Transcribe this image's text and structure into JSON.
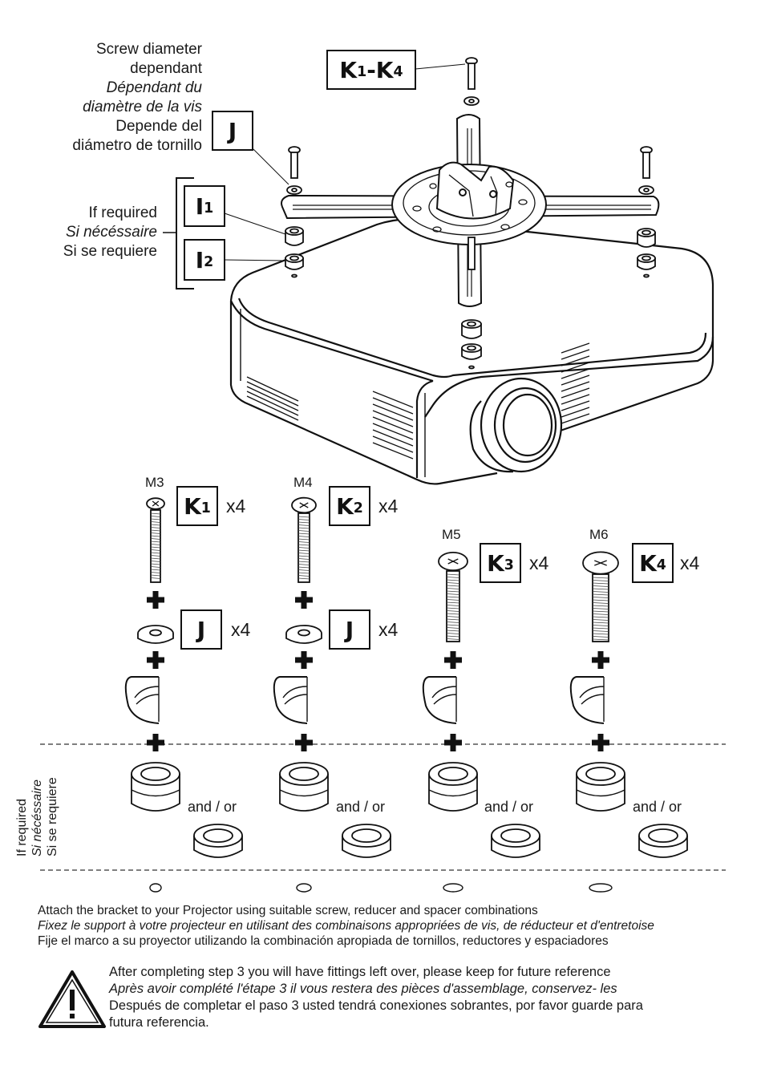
{
  "screw_note": {
    "en": "Screw diameter",
    "en2": "dependant",
    "fr": "Dépendant du",
    "fr2": "diamètre de la vis",
    "es": "Depende del",
    "es2": "diámetro de tornillo"
  },
  "if_required_note": {
    "en": "If required",
    "fr": "Si nécéssaire",
    "es": "Si se requiere"
  },
  "callouts": {
    "k_range": {
      "main": "K",
      "sub1": "1",
      "dash": "-K",
      "sub2": "4"
    },
    "j": "J",
    "i1": {
      "main": "I",
      "sub": "1"
    },
    "i2": {
      "main": "I",
      "sub": "2"
    }
  },
  "screws": [
    {
      "size": "M3",
      "label": "K",
      "sub": "1",
      "qty": "x4",
      "washer": "J",
      "washer_qty": "x4"
    },
    {
      "size": "M4",
      "label": "K",
      "sub": "2",
      "qty": "x4",
      "washer": "J",
      "washer_qty": "x4"
    },
    {
      "size": "M5",
      "label": "K",
      "sub": "3",
      "qty": "x4"
    },
    {
      "size": "M6",
      "label": "K",
      "sub": "4",
      "qty": "x4"
    }
  ],
  "spacer_side_label": {
    "en": "If required",
    "fr": "Si nécéssaire",
    "es": "Si se requiere"
  },
  "and_or": "and / or",
  "instructions": {
    "en": "Attach the bracket to your Projector using suitable screw, reducer and spacer combinations",
    "fr": "Fixez le support à votre projecteur en utilisant des combinaisons appropriées de vis, de réducteur et d'entretoise",
    "es": "Fije el marco a su proyector utilizando la combinación apropiada de tornillos, reductores y espaciadores"
  },
  "warning": {
    "en": "After completing step 3 you will have fittings left over, please keep for future reference",
    "fr": "Après avoir complété l'étape 3 il vous restera des pièces d'assemblage, conservez- les",
    "es": "Después de completar el paso 3 usted tendrá conexiones sobrantes, por favor guarde para",
    "es2": "futura referencia.",
    "icon": "warning-triangle-icon"
  }
}
